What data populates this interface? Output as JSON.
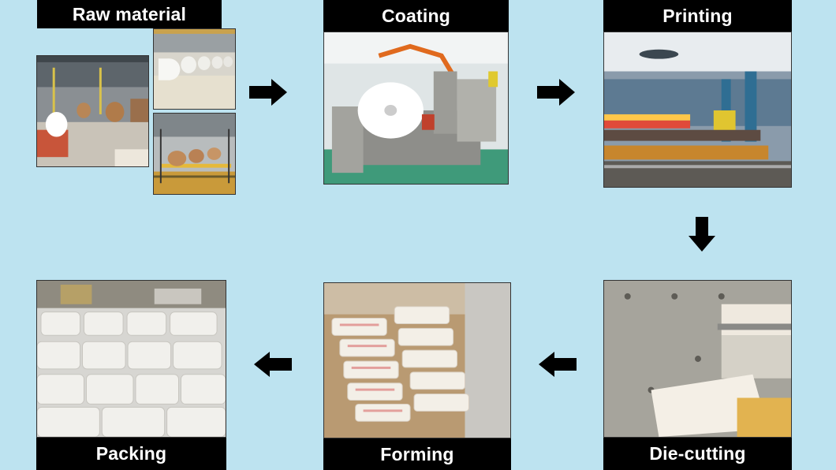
{
  "steps": {
    "raw_material": "Raw material",
    "coating": "Coating",
    "printing": "Printing",
    "die_cutting": "Die-cutting",
    "forming": "Forming",
    "packing": "Packing"
  },
  "colors": {
    "background": "#bde3f0",
    "label_bg": "#000000",
    "label_text": "#ffffff",
    "arrow": "#000000"
  },
  "icons": {
    "arrow_right": "arrow-right-icon",
    "arrow_down": "arrow-down-icon",
    "arrow_left": "arrow-left-icon"
  }
}
